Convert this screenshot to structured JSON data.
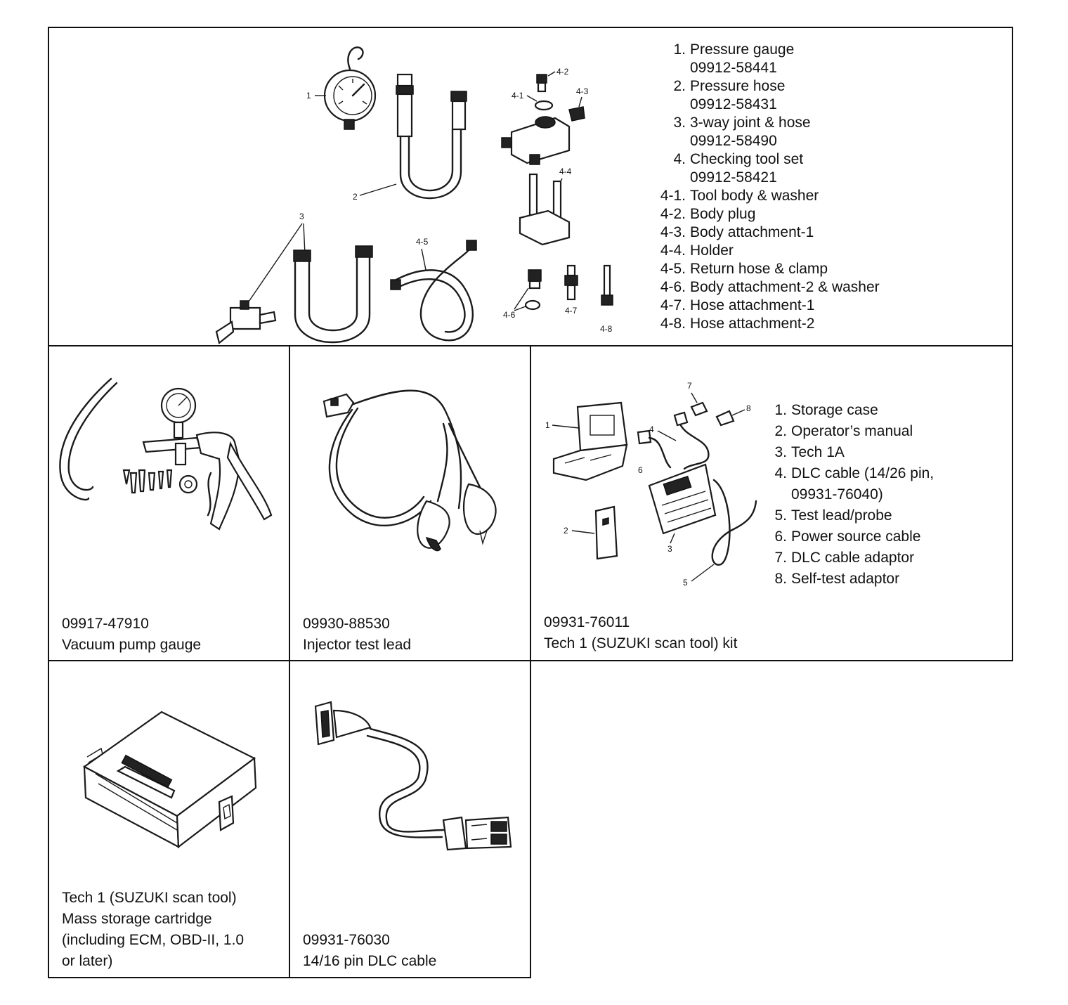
{
  "fuel_pressure_kit": {
    "items": [
      {
        "num": "1.",
        "label": "Pressure gauge",
        "part": "09912-58441"
      },
      {
        "num": "2.",
        "label": "Pressure hose",
        "part": "09912-58431"
      },
      {
        "num": "3.",
        "label": "3-way joint & hose",
        "part": "09912-58490"
      },
      {
        "num": "4.",
        "label": "Checking tool set",
        "part": "09912-58421"
      },
      {
        "num": "4-1.",
        "label": "Tool body & washer"
      },
      {
        "num": "4-2.",
        "label": "Body plug"
      },
      {
        "num": "4-3.",
        "label": "Body attachment-1"
      },
      {
        "num": "4-4.",
        "label": "Holder"
      },
      {
        "num": "4-5.",
        "label": "Return hose & clamp"
      },
      {
        "num": "4-6.",
        "label": "Body attachment-2 & washer"
      },
      {
        "num": "4-7.",
        "label": "Hose attachment-1"
      },
      {
        "num": "4-8.",
        "label": "Hose attachment-2"
      }
    ],
    "callouts": {
      "c1": "1",
      "c2": "2",
      "c3": "3",
      "c41": "4-1",
      "c42": "4-2",
      "c43": "4-3",
      "c44": "4-4",
      "c45": "4-5",
      "c46": "4-6",
      "c47": "4-7",
      "c48": "4-8"
    }
  },
  "vacuum_pump": {
    "part": "09917-47910",
    "name": "Vacuum pump gauge"
  },
  "injector_lead": {
    "part": "09930-88530",
    "name": "Injector test lead"
  },
  "tech1_kit": {
    "part": "09931-76011",
    "name": "Tech 1 (SUZUKI scan tool) kit",
    "items": [
      {
        "num": "1.",
        "label": "Storage case"
      },
      {
        "num": "2.",
        "label": "Operator’s manual"
      },
      {
        "num": "3.",
        "label": "Tech 1A"
      },
      {
        "num": "4.",
        "label": "DLC cable (14/26 pin,",
        "part": "09931-76040)"
      },
      {
        "num": "5.",
        "label": "Test lead/probe"
      },
      {
        "num": "6.",
        "label": "Power source cable"
      },
      {
        "num": "7.",
        "label": "DLC cable adaptor"
      },
      {
        "num": "8.",
        "label": "Self-test adaptor"
      }
    ],
    "callouts": {
      "c1": "1",
      "c2": "2",
      "c3": "3",
      "c4": "4",
      "c5": "5",
      "c6": "6",
      "c7": "7",
      "c8": "8"
    }
  },
  "cartridge": {
    "lines": [
      "Tech 1 (SUZUKI scan tool)",
      "Mass storage cartridge",
      "(including ECM, OBD-II, 1.0",
      "or later)"
    ]
  },
  "dlc_cable": {
    "part": "09931-76030",
    "name": "14/16 pin DLC cable"
  }
}
